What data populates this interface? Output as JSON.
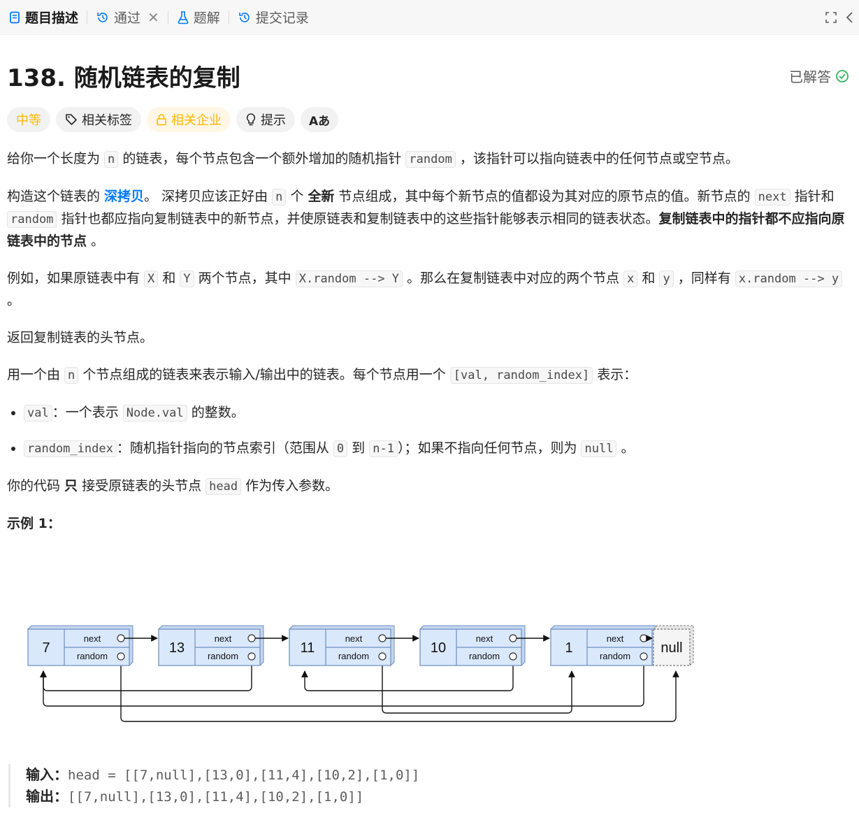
{
  "tabs": [
    {
      "label": "题目描述",
      "icon": "description-icon"
    },
    {
      "label": "通过",
      "icon": "history-icon"
    },
    {
      "label": "题解",
      "icon": "flask-icon"
    },
    {
      "label": "提交记录",
      "icon": "history-icon"
    }
  ],
  "problem": {
    "title": "138. 随机链表的复制",
    "status": "已解答"
  },
  "badges": {
    "difficulty": "中等",
    "tags": "相关标签",
    "company": "相关企业",
    "hint": "提示",
    "font": "Aあ"
  },
  "description": {
    "p1_a": "给你一个长度为 ",
    "p1_code1": "n",
    "p1_b": " 的链表，每个节点包含一个额外增加的随机指针 ",
    "p1_code2": "random",
    "p1_c": " ，该指针可以指向链表中的任何节点或空节点。",
    "p2_a": "构造这个链表的 ",
    "p2_link": "深拷贝",
    "p2_b": "。 深拷贝应该正好由 ",
    "p2_code1": "n",
    "p2_c": " 个 ",
    "p2_bold1": "全新",
    "p2_d": " 节点组成，其中每个新节点的值都设为其对应的原节点的值。新节点的 ",
    "p2_code2": "next",
    "p2_e": " 指针和 ",
    "p2_code3": "random",
    "p2_f": " 指针也都应指向复制链表中的新节点，并使原链表和复制链表中的这些指针能够表示相同的链表状态。",
    "p2_bold2": "复制链表中的指针都不应指向原链表中的节点",
    "p2_g": " 。",
    "p3_a": "例如，如果原链表中有 ",
    "p3_code1": "X",
    "p3_b": " 和 ",
    "p3_code2": "Y",
    "p3_c": " 两个节点，其中 ",
    "p3_code3": "X.random --> Y",
    "p3_d": " 。那么在复制链表中对应的两个节点 ",
    "p3_code4": "x",
    "p3_e": " 和 ",
    "p3_code5": "y",
    "p3_f": " ，同样有 ",
    "p3_code6": "x.random --> y",
    "p3_g": " 。",
    "p4": "返回复制链表的头节点。",
    "p5_a": "用一个由 ",
    "p5_code1": "n",
    "p5_b": " 个节点组成的链表来表示输入/输出中的链表。每个节点用一个 ",
    "p5_code2": "[val, random_index]",
    "p5_c": " 表示：",
    "li1_code": "val",
    "li1_text": "：一个表示 ",
    "li1_code2": "Node.val",
    "li1_text2": " 的整数。",
    "li2_code": "random_index",
    "li2_text": "：随机指针指向的节点索引（范围从 ",
    "li2_code2": "0",
    "li2_text2": " 到 ",
    "li2_code3": "n-1",
    "li2_text3": "）；如果不指向任何节点，则为  ",
    "li2_code4": "null",
    "li2_text4": " 。",
    "p6_a": "你的代码 ",
    "p6_bold": "只",
    "p6_b": " 接受原链表的头节点 ",
    "p6_code": "head",
    "p6_c": " 作为传入参数。",
    "example_title": "示例 1："
  },
  "diagram": {
    "nodes": [
      "7",
      "13",
      "11",
      "10",
      "1"
    ],
    "next_label": "next",
    "random_label": "random",
    "null_label": "null"
  },
  "example": {
    "input_label": "输入：",
    "input_value": "head = [[7,null],[13,0],[11,4],[10,2],[1,0]]",
    "output_label": "输出：",
    "output_value": "[[7,null],[13,0],[11,4],[10,2],[1,0]]"
  },
  "colors": {
    "accent": "#007aff",
    "difficulty": "#ffb800",
    "solved": "#2db55d",
    "node_fill": "#dae8fc",
    "node_stroke": "#6c8ebf"
  }
}
